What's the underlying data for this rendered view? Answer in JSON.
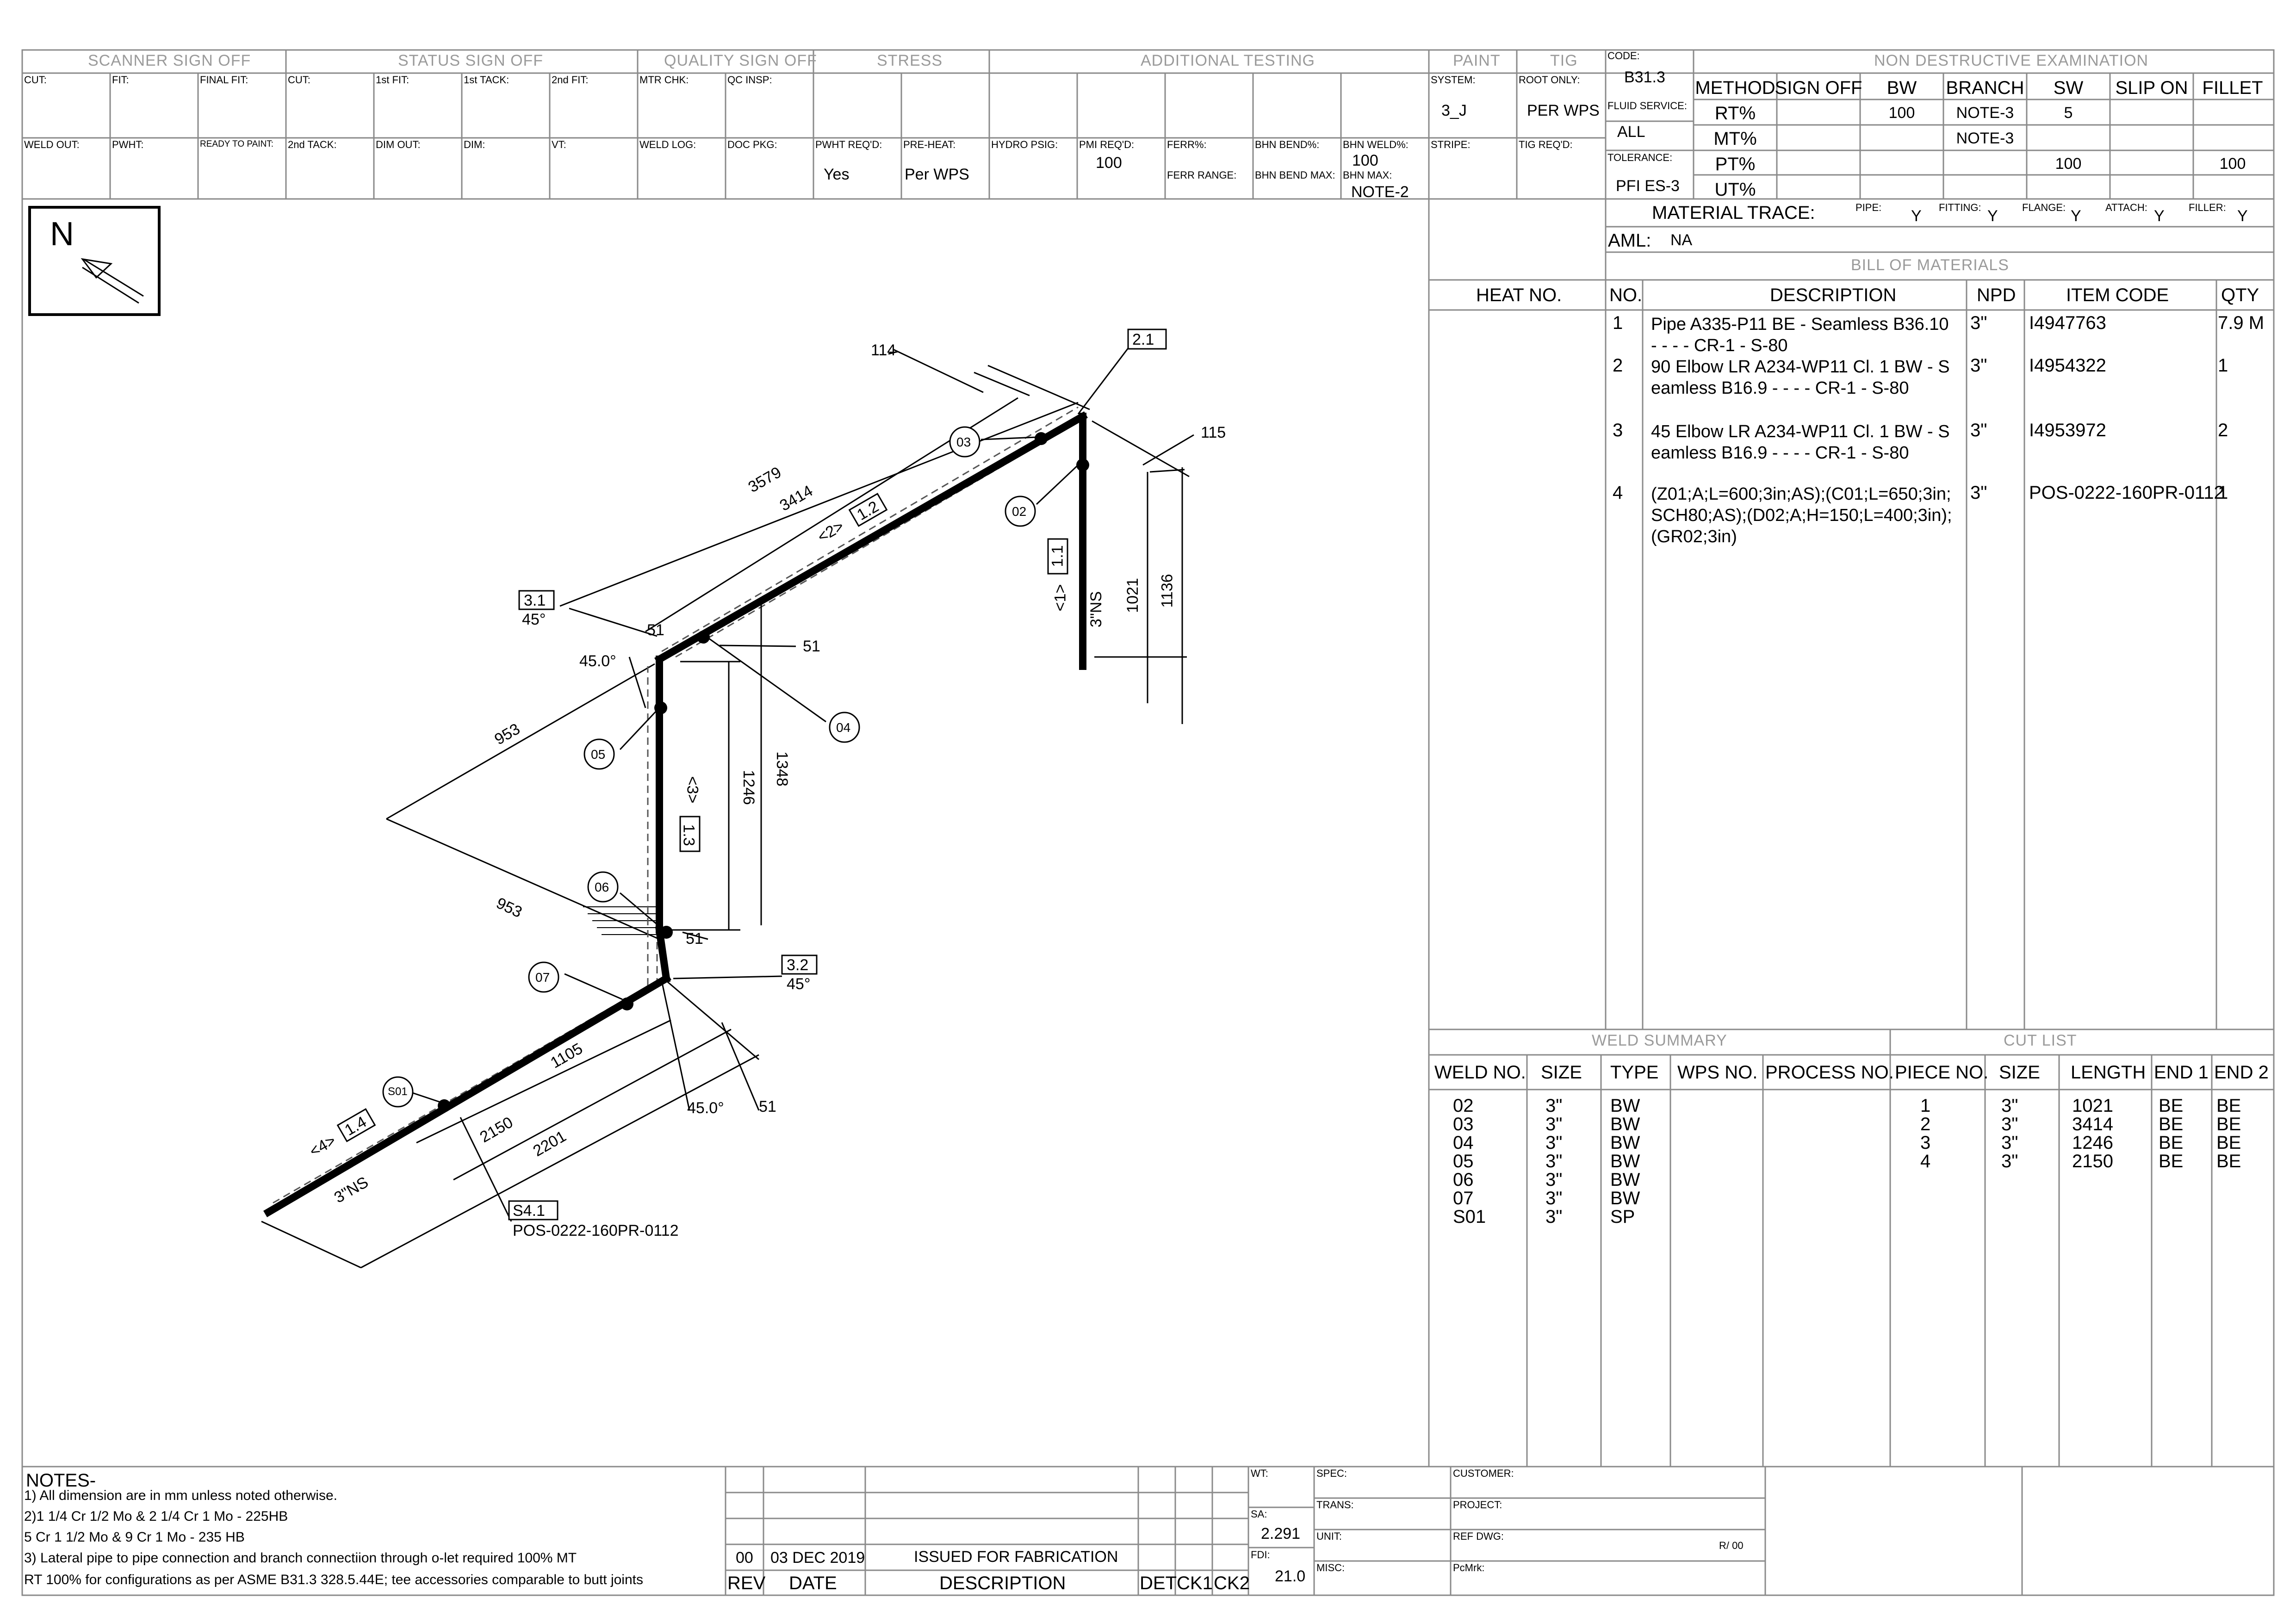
{
  "header_bar": {
    "sections": [
      "SCANNER SIGN OFF",
      "STATUS SIGN OFF",
      "QUALITY SIGN OFF",
      "STRESS",
      "ADDITIONAL TESTING",
      "PAINT",
      "TIG",
      "NON DESTRUCTIVE EXAMINATION"
    ],
    "row1_labels": [
      "CUT:",
      "FIT:",
      "FINAL FIT:",
      "CUT:",
      "1st FIT:",
      "1st TACK:",
      "2nd FIT:",
      "MTR CHK:",
      "QC INSP:",
      "SYSTEM:",
      "ROOT ONLY:"
    ],
    "row2_labels": [
      "WELD OUT:",
      "PWHT:",
      "READY TO PAINT:",
      "2nd TACK:",
      "DIM OUT:",
      "DIM:",
      "VT:",
      "WELD LOG:",
      "DOC PKG:",
      "PWHT REQ'D:",
      "PRE-HEAT:",
      "HYDRO PSIG:",
      "PMI REQ'D:",
      "FERR%:",
      "BHN BEND%:",
      "BHN WELD%:",
      "STRIPE:",
      "TIG REQ'D:"
    ],
    "ferr_range_label": "FERR RANGE:",
    "bhn_bend_max_label": "BHN BEND MAX:",
    "bhn_max_label": "BHN MAX:",
    "values": {
      "system": "3_J",
      "root_only": "PER WPS",
      "pwht_reqd": "Yes",
      "pre_heat": "Per WPS",
      "pmi_reqd": "100",
      "bhn_weld": "100",
      "bhn_max": "NOTE-2"
    },
    "code_label": "CODE:",
    "code": "B31.3",
    "fluid_label": "FLUID SERVICE:",
    "fluid": "ALL",
    "tolerance_label": "TOLERANCE:",
    "tolerance": "PFI ES-3"
  },
  "nde": {
    "columns": [
      "METHOD",
      "SIGN OFF",
      "BW",
      "BRANCH",
      "SW",
      "SLIP ON",
      "FILLET"
    ],
    "rows": [
      [
        "RT%",
        "",
        "100",
        "NOTE-3",
        "5",
        "",
        ""
      ],
      [
        "MT%",
        "",
        "",
        "NOTE-3",
        "",
        "",
        ""
      ],
      [
        "PT%",
        "",
        "",
        "",
        "100",
        "",
        "100"
      ],
      [
        "UT%",
        "",
        "",
        "",
        "",
        "",
        ""
      ]
    ]
  },
  "material_trace": {
    "label": "MATERIAL TRACE:",
    "items": [
      {
        "label": "PIPE:",
        "value": "Y"
      },
      {
        "label": "FITTING:",
        "value": "Y"
      },
      {
        "label": "FLANGE:",
        "value": "Y"
      },
      {
        "label": "ATTACH:",
        "value": "Y"
      },
      {
        "label": "FILLER:",
        "value": "Y"
      }
    ],
    "aml_label": "AML:",
    "aml": "NA"
  },
  "bom": {
    "title": "BILL OF MATERIALS",
    "heat_header": "HEAT NO.",
    "columns": [
      "NO.",
      "DESCRIPTION",
      "NPD",
      "ITEM CODE",
      "QTY"
    ],
    "rows": [
      {
        "no": "1",
        "desc": "Pipe A335-P11 BE - Seamless B36.10 - - - - CR-1 -   S-80",
        "npd": "3\"",
        "code": "I4947763",
        "qty": "7.9 M"
      },
      {
        "no": "2",
        "desc": "90 Elbow LR A234-WP11 Cl. 1 BW - Seamless B16.9 - - - - CR-1 - S-80",
        "npd": "3\"",
        "code": "I4954322",
        "qty": "1"
      },
      {
        "no": "3",
        "desc": "45 Elbow LR A234-WP11 Cl. 1 BW - Seamless B16.9 - - - - CR-1 - S-80",
        "npd": "3\"",
        "code": "I4953972",
        "qty": "2"
      },
      {
        "no": "4",
        "desc": "(Z01;A;L=600;3in;AS);(C01;L=650;3in;SCH80;AS);(D02;A;H=150;L=400;3in);(GR02;3in)",
        "npd": "3\"",
        "code": "POS-0222-160PR-0112",
        "qty": "1"
      }
    ]
  },
  "weld_summary": {
    "title": "WELD SUMMARY",
    "columns": [
      "WELD NO.",
      "SIZE",
      "TYPE",
      "WPS NO.",
      "PROCESS NO."
    ],
    "rows": [
      [
        "02",
        "3\"",
        "BW"
      ],
      [
        "03",
        "3\"",
        "BW"
      ],
      [
        "04",
        "3\"",
        "BW"
      ],
      [
        "05",
        "3\"",
        "BW"
      ],
      [
        "06",
        "3\"",
        "BW"
      ],
      [
        "07",
        "3\"",
        "BW"
      ],
      [
        "S01",
        "3\"",
        "SP"
      ]
    ]
  },
  "cut_list": {
    "title": "CUT LIST",
    "columns": [
      "PIECE NO.",
      "SIZE",
      "LENGTH",
      "END 1",
      "END 2"
    ],
    "rows": [
      [
        "1",
        "3\"",
        "1021",
        "BE",
        "BE"
      ],
      [
        "2",
        "3\"",
        "3414",
        "BE",
        "BE"
      ],
      [
        "3",
        "3\"",
        "1246",
        "BE",
        "BE"
      ],
      [
        "4",
        "3\"",
        "2150",
        "BE",
        "BE"
      ]
    ]
  },
  "drawing": {
    "north": "N",
    "weld_tags": [
      "02",
      "03",
      "04",
      "05",
      "06",
      "07",
      "S01"
    ],
    "piece_tags": [
      "1.1",
      "1.2",
      "1.3",
      "1.4",
      "2.1",
      "3.1",
      "3.2",
      "S4.1"
    ],
    "spool_marks": [
      "<1>",
      "<2>",
      "<3>",
      "<4>"
    ],
    "dims": [
      "114",
      "3579",
      "3414",
      "115",
      "1021",
      "1136",
      "51",
      "51",
      "51",
      "51",
      "1246",
      "1348",
      "953",
      "953",
      "1105",
      "2150",
      "2201"
    ],
    "angles": [
      "45°",
      "45°",
      "45.0°",
      "45.0°"
    ],
    "ns_labels": [
      "3\"NS",
      "3\"NS"
    ],
    "spool_id": "POS-0222-160PR-0112"
  },
  "notes": {
    "title": "NOTES-",
    "lines": [
      "1) All dimension are in mm unless noted otherwise.",
      "2)1 1/4 Cr 1/2 Mo & 2 1/4 Cr 1 Mo - 225HB",
      "5 Cr 1 1/2 Mo & 9 Cr 1 Mo - 235 HB",
      "3) Lateral pipe to pipe connection and branch connectiion through o-let required 100% MT",
      "RT 100% for configurations as per ASME B31.3 328.5.44E; tee accessories comparable to butt joints"
    ]
  },
  "revision": {
    "rev": "00",
    "date": "03 DEC 2019",
    "description": "ISSUED FOR FABRICATION",
    "headers": [
      "REV",
      "DATE",
      "DESCRIPTION",
      "DET",
      "CK1",
      "CK2"
    ]
  },
  "title_block": {
    "wt_label": "WT:",
    "sa_label": "SA:",
    "sa": "2.291",
    "fdi_label": "FDI:",
    "fdi": "21.0",
    "spec_label": "SPEC:",
    "trans_label": "TRANS:",
    "unit_label": "UNIT:",
    "misc_label": "MISC:",
    "customer_label": "CUSTOMER:",
    "project_label": "PROJECT:",
    "ref_dwg_label": "REF DWG:",
    "ref_rev": "R/ 00",
    "pcmrk_label": "PcMrk:"
  }
}
